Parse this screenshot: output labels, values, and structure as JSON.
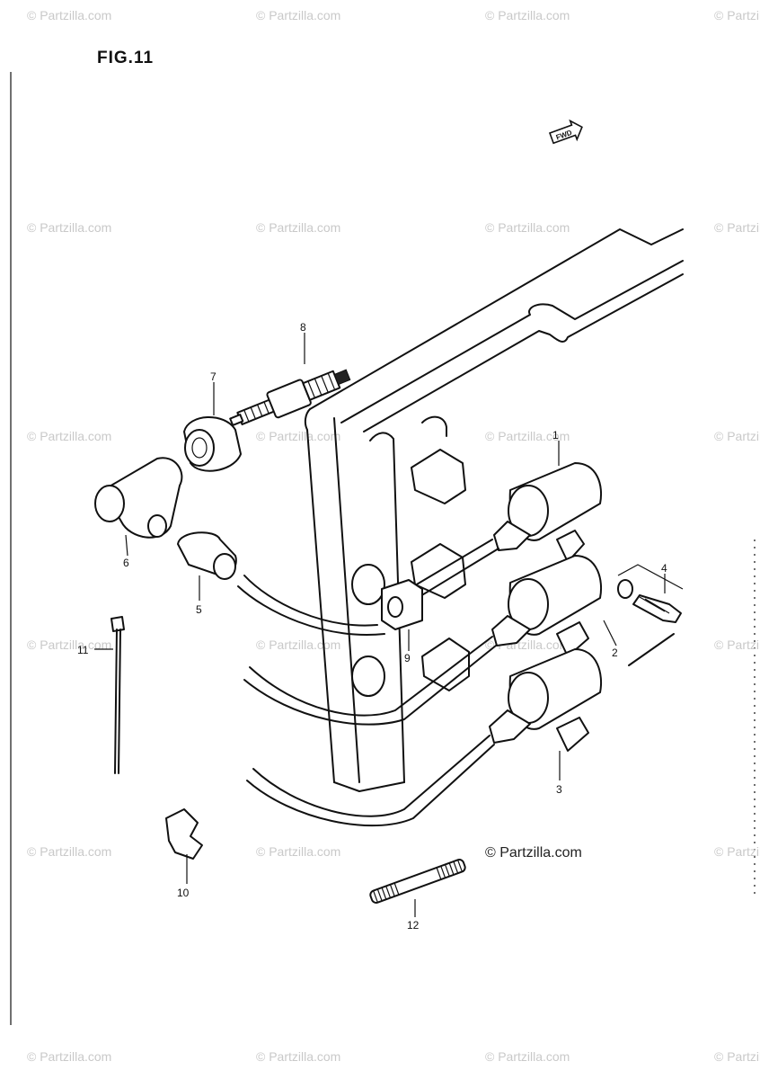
{
  "figure_label": "FIG.11",
  "front_marker": "FWD",
  "watermark_text": "© Partzilla.com",
  "main_watermark_text": "© Partzilla.com",
  "callouts": [
    {
      "id": "1",
      "label": "1"
    },
    {
      "id": "2",
      "label": "2"
    },
    {
      "id": "3",
      "label": "3"
    },
    {
      "id": "4",
      "label": "4"
    },
    {
      "id": "5",
      "label": "5"
    },
    {
      "id": "6",
      "label": "6"
    },
    {
      "id": "7",
      "label": "7"
    },
    {
      "id": "8",
      "label": "8"
    },
    {
      "id": "9",
      "label": "9"
    },
    {
      "id": "10",
      "label": "10"
    },
    {
      "id": "11",
      "label": "11"
    },
    {
      "id": "12",
      "label": "12"
    }
  ],
  "colors": {
    "ink": "#111111",
    "watermark": "#c9c9c9",
    "paper": "#ffffff"
  }
}
